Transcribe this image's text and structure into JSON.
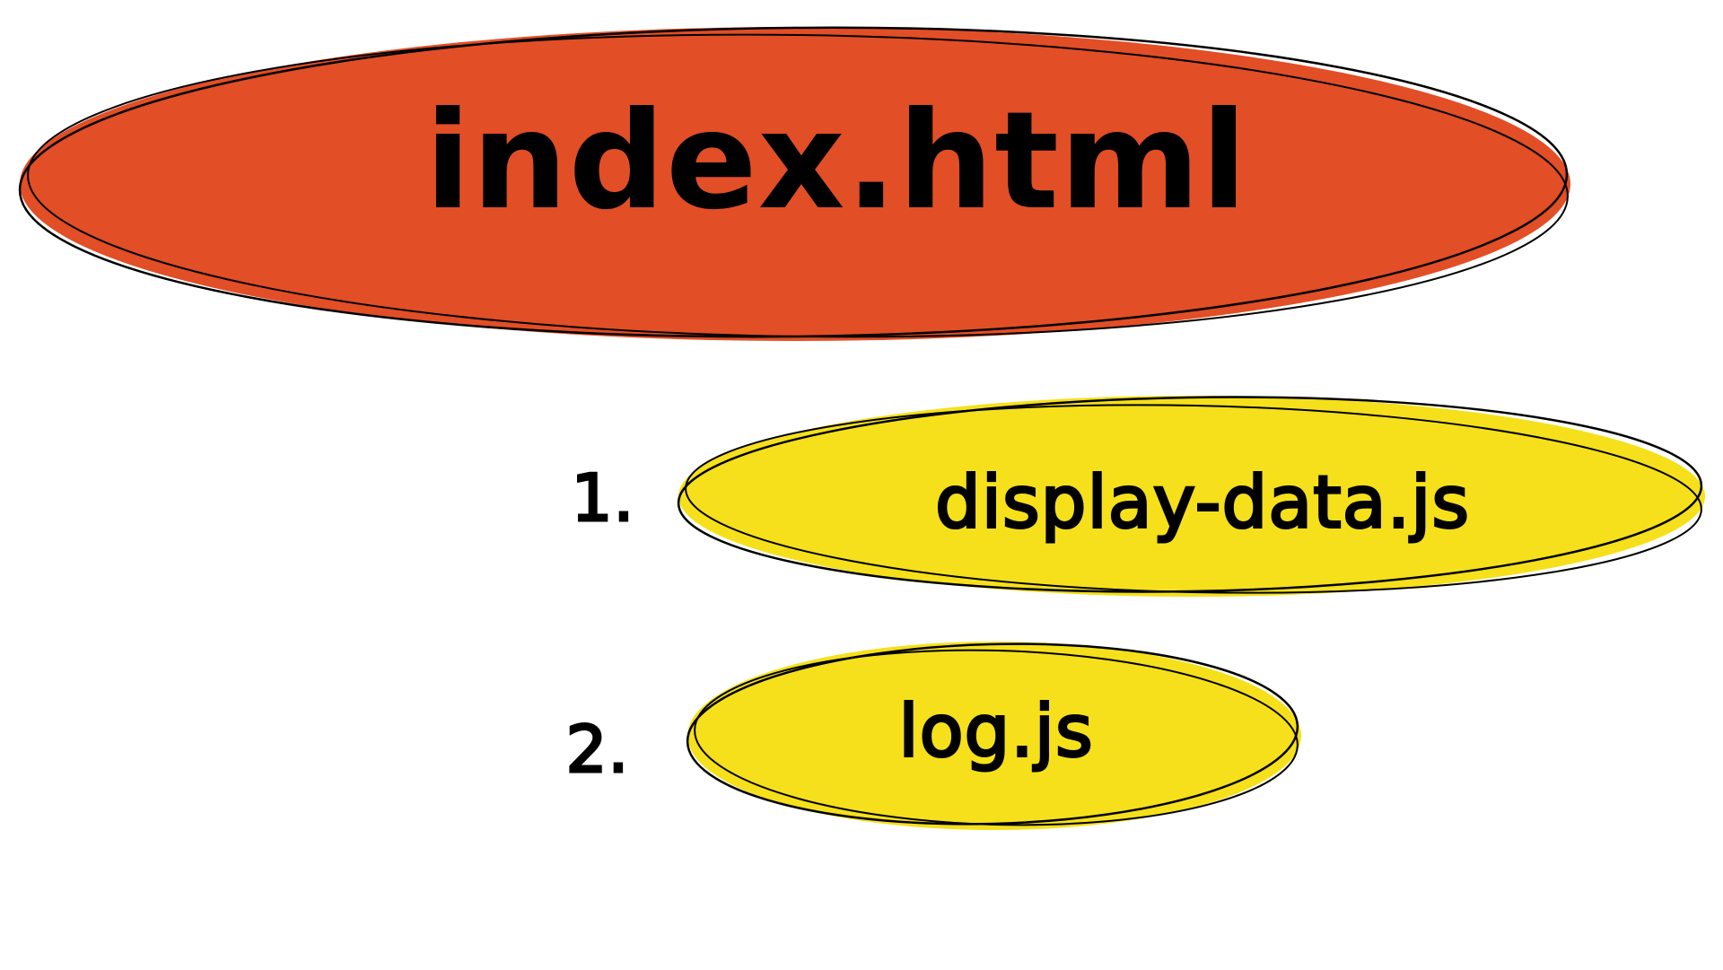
{
  "diagram": {
    "root": {
      "label": "index.html",
      "fill": "#E24E26"
    },
    "items": [
      {
        "number": "1.",
        "label": "display-data.js",
        "fill": "#F5E01B"
      },
      {
        "number": "2.",
        "label": "log.js",
        "fill": "#F5E01B"
      }
    ]
  }
}
